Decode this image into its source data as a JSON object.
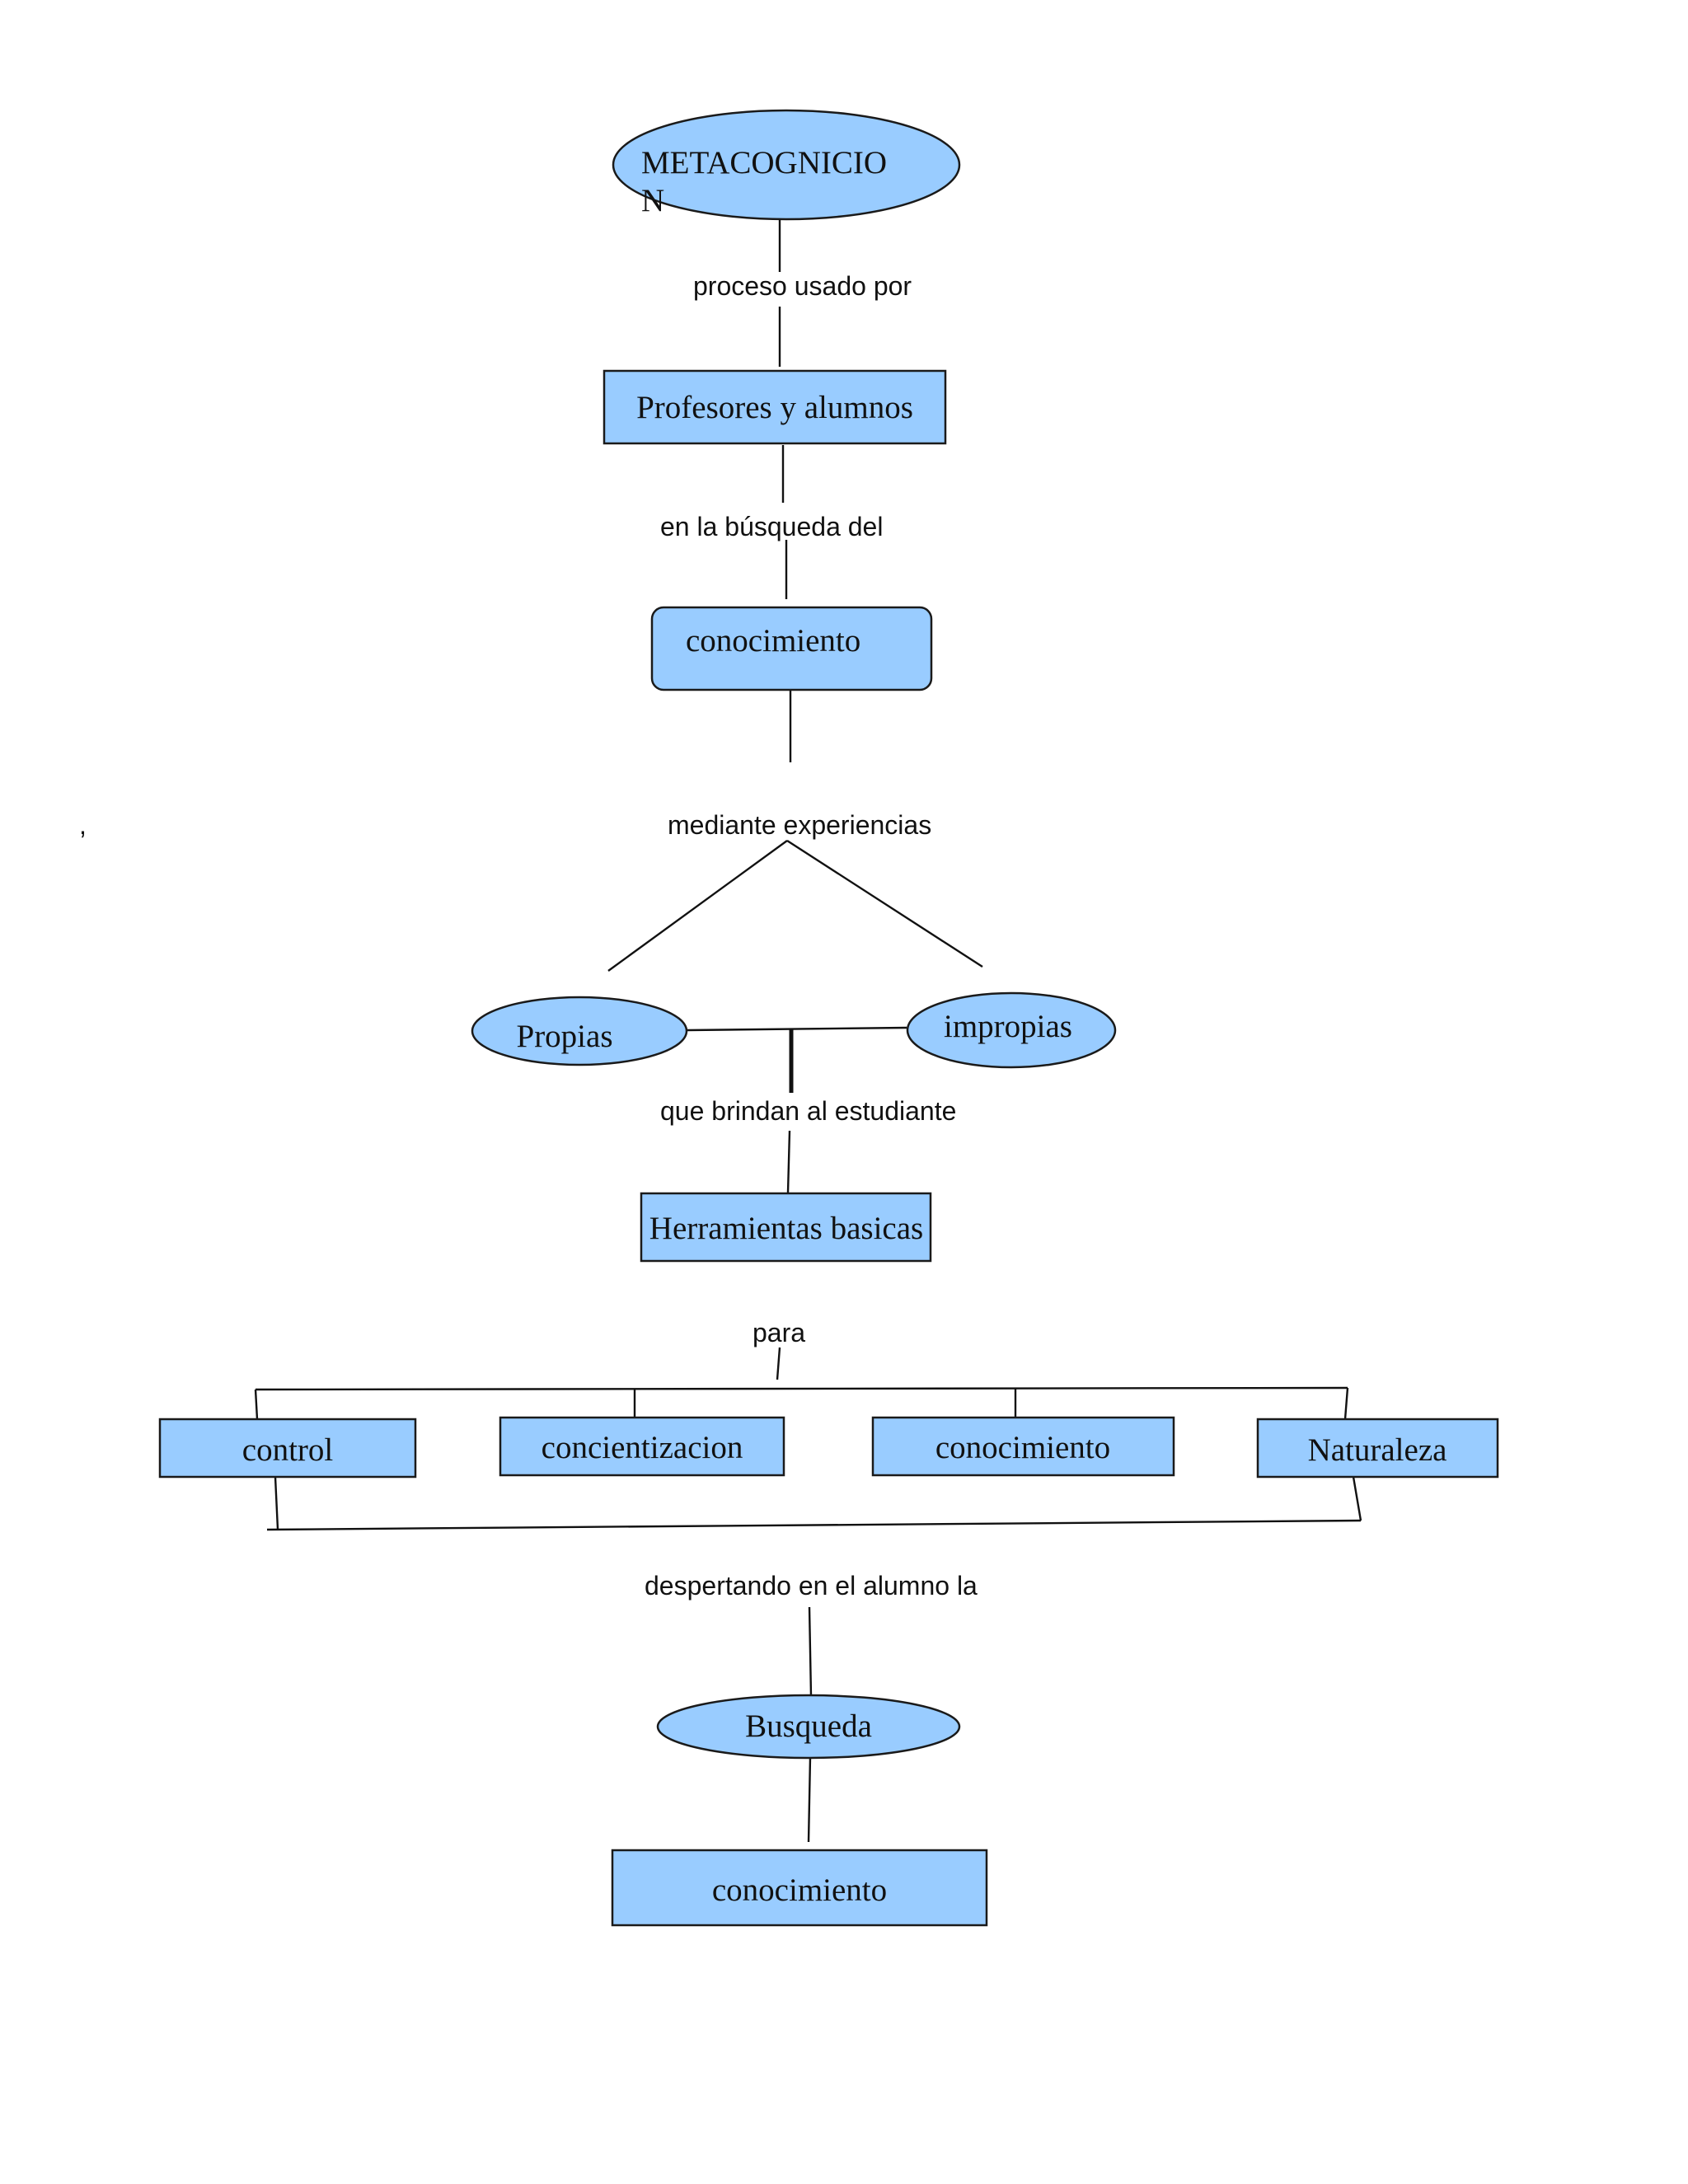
{
  "colors": {
    "node_fill": "#99ccff",
    "stroke": "#1a1a1a",
    "text": "#111111"
  },
  "stray_mark": ",",
  "nodes": {
    "metacognicion_line1": "METACOGNICIO",
    "metacognicion_line2": "N",
    "profesores": "Profesores y alumnos",
    "conocimiento_1": "conocimiento",
    "propias": "Propias",
    "impropias": "impropias",
    "herramientas": "Herramientas basicas",
    "control": "control",
    "concientizacion": "concientizacion",
    "conocimiento_2": "conocimiento",
    "naturaleza": "Naturaleza",
    "busqueda": "Busqueda",
    "conocimiento_3": "conocimiento"
  },
  "links": {
    "proceso": "proceso usado por",
    "busqueda_del": "en la búsqueda del",
    "mediante": "mediante experiencias",
    "brindan": "que brindan al estudiante",
    "para": "para",
    "despertando": "despertando en el alumno la"
  }
}
